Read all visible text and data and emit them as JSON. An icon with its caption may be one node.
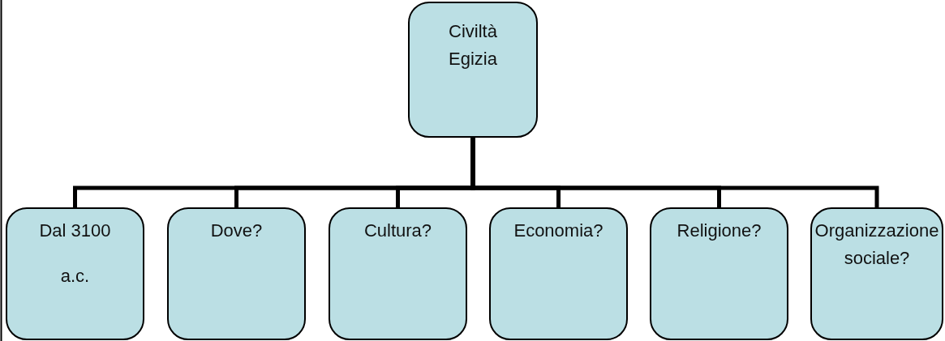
{
  "diagram": {
    "nodes": [
      {
        "text": [
          "Civiltà Egizia"
        ]
      },
      {
        "text": [
          "Dal 3100",
          "a.c."
        ]
      },
      {
        "text": [
          "Dove?"
        ]
      },
      {
        "text": [
          "Cultura?"
        ]
      },
      {
        "text": [
          "Economia?"
        ]
      },
      {
        "text": [
          "Religione?"
        ]
      },
      {
        "text": [
          "Organizzazione sociale?"
        ]
      }
    ],
    "edges": [
      {
        "from": 0,
        "to": 1,
        "arrow": "none"
      },
      {
        "from": 0,
        "to": 2,
        "arrow": "none"
      },
      {
        "from": 0,
        "to": 3,
        "arrow": "none"
      },
      {
        "from": 0,
        "to": 4,
        "arrow": "none"
      },
      {
        "from": 0,
        "to": 5,
        "arrow": "none"
      },
      {
        "from": 0,
        "to": 6,
        "arrow": "none"
      }
    ]
  }
}
